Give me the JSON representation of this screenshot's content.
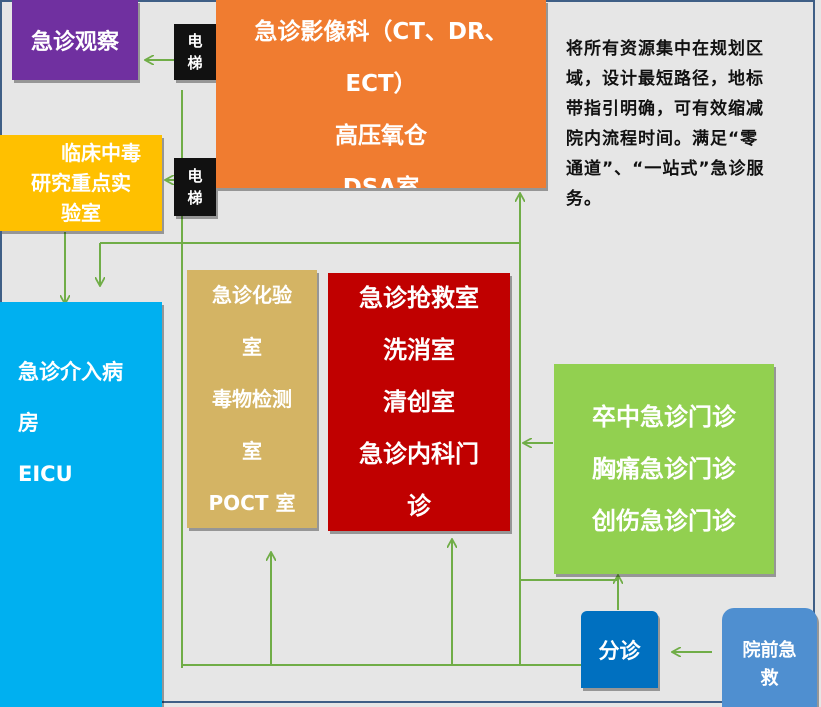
{
  "observation": {
    "label": "急诊观察",
    "color": "#7030a0"
  },
  "elevator_top": {
    "line1": "电",
    "line2": "梯"
  },
  "elevator_mid": {
    "line1": "电",
    "line2": "梯"
  },
  "imaging": {
    "line1": "急诊影像科（CT、DR、",
    "line2": "ECT）",
    "line3": "高压氧仓",
    "line4": "DSA室",
    "color": "#f07c30"
  },
  "description": "将所有资源集中在规划区域，设计最短路径，地标带指引明确，可有效缩减院内流程时间。满足“零通道”、“一站式”急诊服务。",
  "toxicology_lab": {
    "line1": "临床中毒",
    "line2": "研究重点实",
    "line3": "验室",
    "color": "#ffc000"
  },
  "eicu": {
    "line1": "急诊介入病",
    "line2": "房",
    "line3": "EICU",
    "color": "#00b0f0"
  },
  "lab": {
    "line1": "急诊化验",
    "line2": "室",
    "line3": "毒物检测",
    "line4": "室",
    "line5": "POCT 室",
    "color": "#d4b464"
  },
  "resus": {
    "line1": "急诊抢救室",
    "line2": "洗消室",
    "line3": "清创室",
    "line4": "急诊内科门",
    "line5": "诊",
    "color": "#c00000"
  },
  "clinics": {
    "line1": "卒中急诊门诊",
    "line2": "胸痛急诊门诊",
    "line3": "创伤急诊门诊",
    "color": "#92d050"
  },
  "triage": {
    "label": "分诊",
    "color": "#0070c0"
  },
  "prehospital": {
    "line1": "院前急",
    "line2": "救",
    "color": "#4f8fd0"
  },
  "arrow_color": "#70ad47"
}
